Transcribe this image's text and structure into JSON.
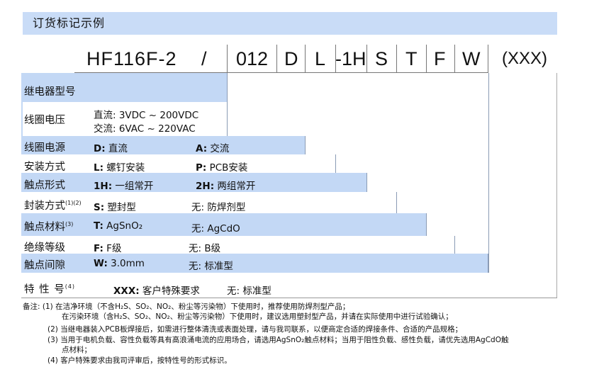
{
  "header": {
    "title": "订货标记示例"
  },
  "codes": [
    "HF116F-2",
    "/",
    "012",
    "D",
    "L",
    "-1H",
    "S",
    "T",
    "F",
    "W",
    "(XXX)"
  ],
  "rows": {
    "relay": {
      "label": "继电器型号"
    },
    "coil_voltage": {
      "label": "线圈电压",
      "v1": "直流: 3VDC ~ 200VDC",
      "v2": "交流: 6VAC ~ 220VAC"
    },
    "coil_power": {
      "label": "线圈电源",
      "a_key": "D:",
      "a_val": " 直流",
      "b_key": "A:",
      "b_val": " 交流"
    },
    "mounting": {
      "label": "安装方式",
      "a_key": "L:",
      "a_val": " 螺钉安装",
      "b_key": "P:",
      "b_val": "  PCB安装"
    },
    "contact_form": {
      "label": "触点形式",
      "a_key": "1H:",
      "a_val": " 一组常开",
      "b_key": "2H:",
      "b_val": " 两组常开"
    },
    "package": {
      "label": "封装方式",
      "sup": "(1)(2)",
      "a_key": "S:",
      "a_val": " 塑封型",
      "b_val": "无:  防焊剂型"
    },
    "contact_material": {
      "label": "触点材料",
      "sup": "(3)",
      "a_key": "T:",
      "a_val": " AgSnO₂",
      "b_val": "无:  AgCdO"
    },
    "insulation": {
      "label": "绝缘等级",
      "a_key": "F:",
      "a_val": " F级",
      "b_val": "无: B级"
    },
    "contact_gap": {
      "label": "触点间隙",
      "a_key": "W:",
      "a_val": "  3.0mm",
      "b_val": "无: 标准型"
    },
    "special": {
      "label": "特 性 号",
      "sup": "(4)",
      "a_key": "XXX:",
      "a_val": " 客户特殊要求",
      "b_val": "无: 标准型"
    }
  },
  "notes": {
    "n1a": "备注:  (1) 在洁净环境（不含H₂S、SO₂、NO₂、粉尘等污染物）下使用时，推荐使用防焊剂型产品；",
    "n1b": "在污染环境（含H₂S、SO₂、NO₂、粉尘等污染物）下使用时，建议选用塑封型产品，并请在实际使用中进行试验确认；",
    "n2": "(2) 当继电器装入PCB板焊接后，如需进行整体清洗或表面处理，请与我司联系，以便商定合适的焊接条件、合适的产品规格；",
    "n3a": "(3) 当用于电机负载、容性负载等具有高浪涌电流的应用场合，请选用AgSnO₂触点材料；当用于阻性负载、感性负载，请优先选用AgCdO触",
    "n3b": "点材料；",
    "n4": "(4) 客户特殊要求由我司评审后，按特性号的形式标识。"
  },
  "colors": {
    "header_bg": "#c9dcf7",
    "band_bg": "#c3d8f5"
  }
}
